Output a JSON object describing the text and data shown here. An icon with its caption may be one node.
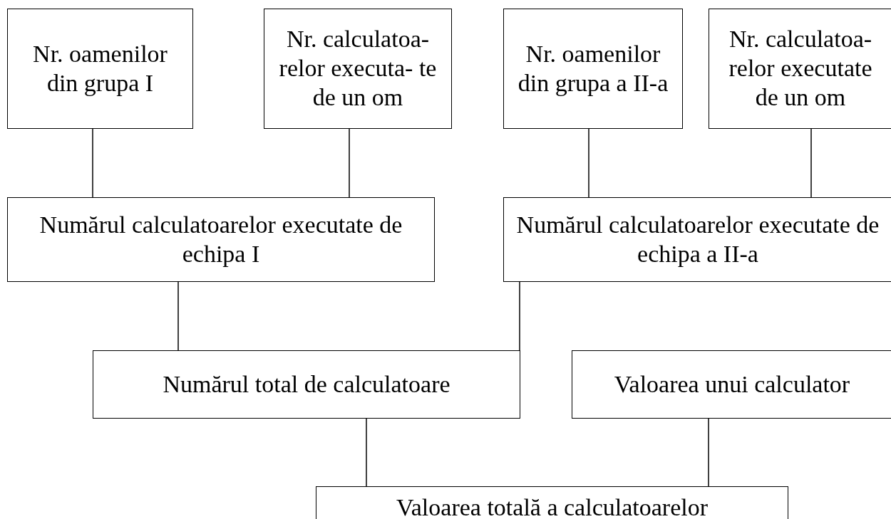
{
  "diagram": {
    "nodes": [
      {
        "text": [
          "Nr. oamenilor din grupa I"
        ]
      },
      {
        "text": [
          "Nr. calculatoa- relor executa- te de un om"
        ]
      },
      {
        "text": [
          "Nr. oamenilor din grupa a II-a"
        ]
      },
      {
        "text": [
          "Nr. calculatoa- relor executate de un om"
        ]
      },
      {
        "text": [
          "Numărul calculatoarelor executate de echipa I"
        ]
      },
      {
        "text": [
          "Numărul calculatoarelor executate de echipa a II-a"
        ]
      },
      {
        "text": [
          "Numărul total de calculatoare"
        ]
      },
      {
        "text": [
          "Valoarea unui calculator"
        ]
      },
      {
        "text": [
          "Valoarea totală a calculatoarelor"
        ]
      }
    ],
    "edges": [
      {
        "from": 0,
        "to": 4,
        "arrow": "none"
      },
      {
        "from": 1,
        "to": 4,
        "arrow": "none"
      },
      {
        "from": 2,
        "to": 5,
        "arrow": "none"
      },
      {
        "from": 3,
        "to": 5,
        "arrow": "none"
      },
      {
        "from": 4,
        "to": 6,
        "arrow": "none"
      },
      {
        "from": 5,
        "to": 6,
        "arrow": "none"
      },
      {
        "from": 6,
        "to": 8,
        "arrow": "none"
      },
      {
        "from": 7,
        "to": 8,
        "arrow": "none"
      }
    ]
  }
}
